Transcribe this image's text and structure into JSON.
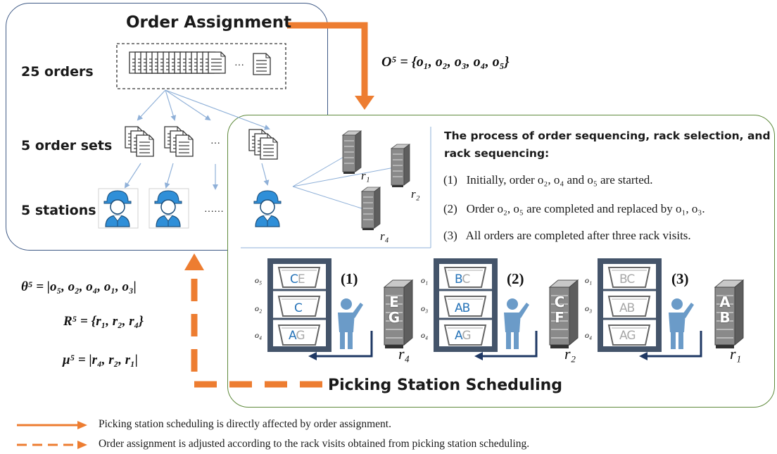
{
  "order_assignment": {
    "title": "Order Assignment",
    "rows": [
      "25 orders",
      "5 order sets",
      "5 stations"
    ],
    "dots_orders": "···",
    "dots_sets": "···",
    "dots_stations": "······"
  },
  "math": {
    "O5": "O⁵ = {o₁, o₂, o₃, o₄, o₅}",
    "theta5": "θ⁵ = |o₅, o₂, o₄, o₁, o₃|",
    "R5": "R⁵ = {r₁, r₂, r₄}",
    "mu5": "μ⁵ = |r₄, r₂, r₁|"
  },
  "process": {
    "title": "The process of order sequencing, rack selection, and rack sequencing:",
    "steps": [
      {
        "num": "(1)",
        "text": "Initially, order o₂, o₄ and o₅ are started."
      },
      {
        "num": "(2)",
        "text": "Order o₂, o₅ are completed and replaced by o₁, o₃."
      },
      {
        "num": "(3)",
        "text": "All orders are completed after three rack visits."
      }
    ],
    "rack_labels": [
      "r₁",
      "r₂",
      "r₄"
    ]
  },
  "stages": [
    {
      "num": "(1)",
      "slots": [
        {
          "label": "o₅",
          "blue": "C",
          "gray": "E"
        },
        {
          "label": "o₂",
          "blue": "C",
          "gray": ""
        },
        {
          "label": "o₄",
          "blue": "A",
          "gray": "G"
        }
      ],
      "rack_letters": [
        "E",
        "G"
      ],
      "rack_label": "r₄"
    },
    {
      "num": "(2)",
      "slots": [
        {
          "label": "o₁",
          "blue": "B",
          "gray": "C"
        },
        {
          "label": "o₃",
          "blue": "AB",
          "gray": ""
        },
        {
          "label": "o₄",
          "blue": "A",
          "gray": "G"
        }
      ],
      "rack_letters": [
        "C",
        "F"
      ],
      "rack_label": "r₂"
    },
    {
      "num": "(3)",
      "slots": [
        {
          "label": "o₁",
          "blue": "",
          "gray": "BC"
        },
        {
          "label": "o₃",
          "blue": "",
          "gray": "AB"
        },
        {
          "label": "o₄",
          "blue": "",
          "gray": "AG"
        }
      ],
      "rack_letters": [
        "A",
        "B"
      ],
      "rack_label": "r₁"
    }
  ],
  "picking": {
    "title": "Picking Station Scheduling"
  },
  "legend": {
    "solid": "Picking station scheduling is directly affected by order assignment.",
    "dashed": "Order assignment is adjusted according to the rack visits obtained from picking station scheduling."
  },
  "colors": {
    "orange": "#ed7d31",
    "navy": "#1f3864",
    "blue_person": "#2f8fd8",
    "picker": "#6b9bc8",
    "rack_frame": "#44546a",
    "top_border": "#3f5a86",
    "main_border": "#5f8a3c",
    "thin_line": "#8fb0d8"
  }
}
